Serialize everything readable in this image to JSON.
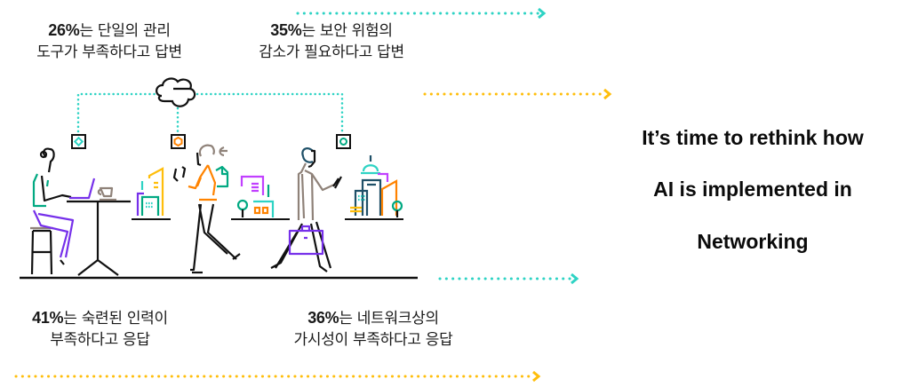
{
  "colors": {
    "teal": "#2ed3c4",
    "yellow": "#ffbe0b",
    "orange": "#ff8300",
    "purple": "#7630ea",
    "magenta": "#c140ff",
    "green": "#01a982",
    "navy": "#1f5068",
    "taupe": "#8f8279",
    "ink": "#111111"
  },
  "stats": [
    {
      "percent": "26%",
      "line1_rest": "는 단일의 관리",
      "line2": "도구가 부족하다고 답변"
    },
    {
      "percent": "35%",
      "line1_rest": "는 보안 위험의",
      "line2": "감소가 필요하다고 답변"
    },
    {
      "percent": "41%",
      "line1_rest": "는 숙련된 인력이",
      "line2": "부족하다고 응답"
    },
    {
      "percent": "36%",
      "line1_rest": "는 네트워크상의",
      "line2": "가시성이 부족하다고 응답"
    }
  ],
  "headline": {
    "lines": [
      "It’s time to rethink how",
      "AI is implemented in",
      "Networking"
    ]
  },
  "icons": {
    "cloud": "cloud-icon",
    "device_1": "diamond-device-icon",
    "device_2": "hexagon-device-icon",
    "device_3": "circle-device-icon"
  }
}
